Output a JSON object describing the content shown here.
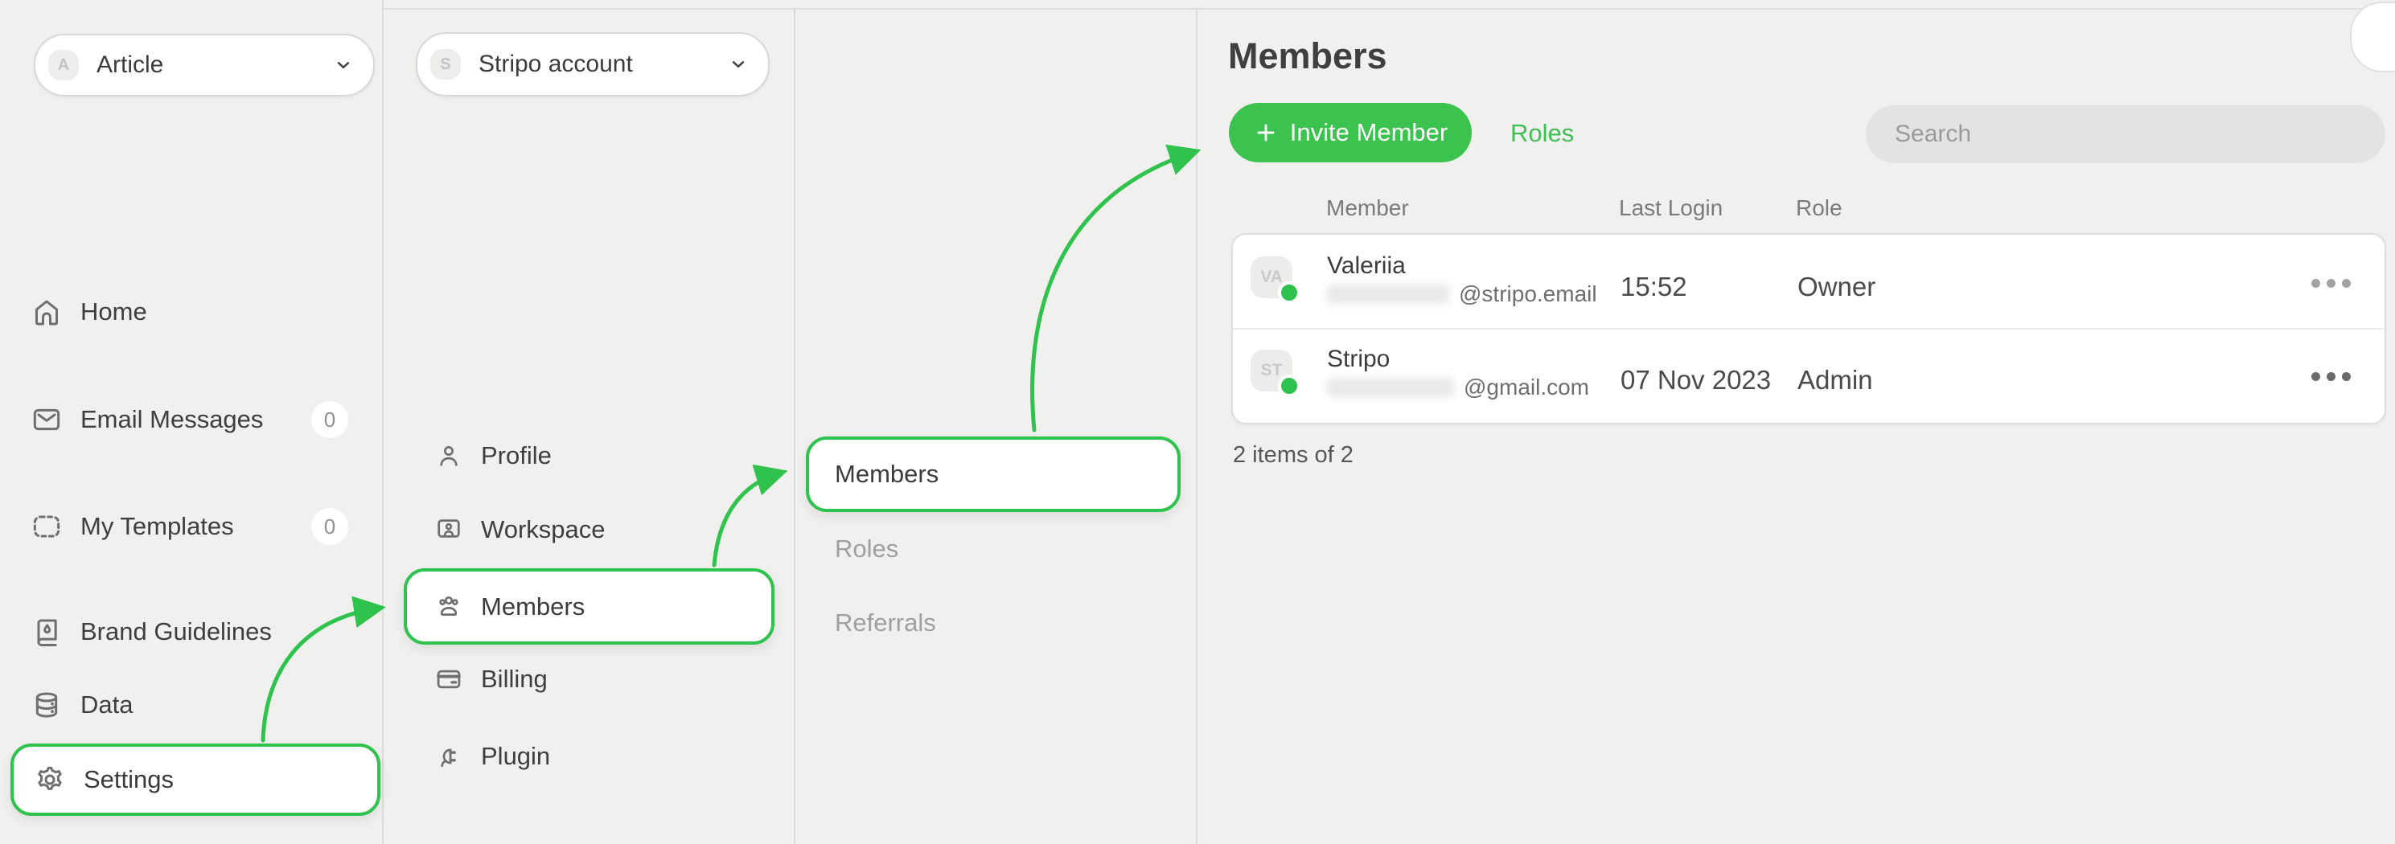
{
  "colors": {
    "accent_green": "#2fc24d",
    "button_green": "#3cc24e",
    "online_dot": "#2fc14e",
    "page_bg": "#f0f0ee"
  },
  "workspace_switcher": {
    "initial": "A",
    "label": "Article"
  },
  "sidebar": {
    "items": [
      {
        "label": "Home"
      },
      {
        "label": "Email Messages",
        "badge": "0"
      },
      {
        "label": "My Templates",
        "badge": "0"
      },
      {
        "label": "Brand Guidelines"
      },
      {
        "label": "Data"
      },
      {
        "label": "Settings"
      }
    ]
  },
  "account_switcher": {
    "initial": "S",
    "label": "Stripo account"
  },
  "account_nav": {
    "items": [
      {
        "label": "Profile"
      },
      {
        "label": "Workspace"
      },
      {
        "label": "Members"
      },
      {
        "label": "Billing"
      },
      {
        "label": "Plugin"
      }
    ]
  },
  "settings_nav": {
    "items": [
      {
        "label": "Members"
      },
      {
        "label": "Roles"
      },
      {
        "label": "Referrals"
      }
    ]
  },
  "main": {
    "title": "Members",
    "invite_button_label": "Invite Member",
    "roles_link_label": "Roles",
    "search_placeholder": "Search",
    "table": {
      "headers": [
        "Member",
        "Last Login",
        "Role"
      ],
      "rows": [
        {
          "initials": "VA",
          "name": "Valeriia",
          "email_suffix": "@stripo.email",
          "last_login": "15:52",
          "role": "Owner"
        },
        {
          "initials": "ST",
          "name": "Stripo",
          "email_suffix": "@gmail.com",
          "last_login": "07 Nov 2023",
          "role": "Admin"
        }
      ]
    },
    "items_summary": "2 items of 2"
  }
}
